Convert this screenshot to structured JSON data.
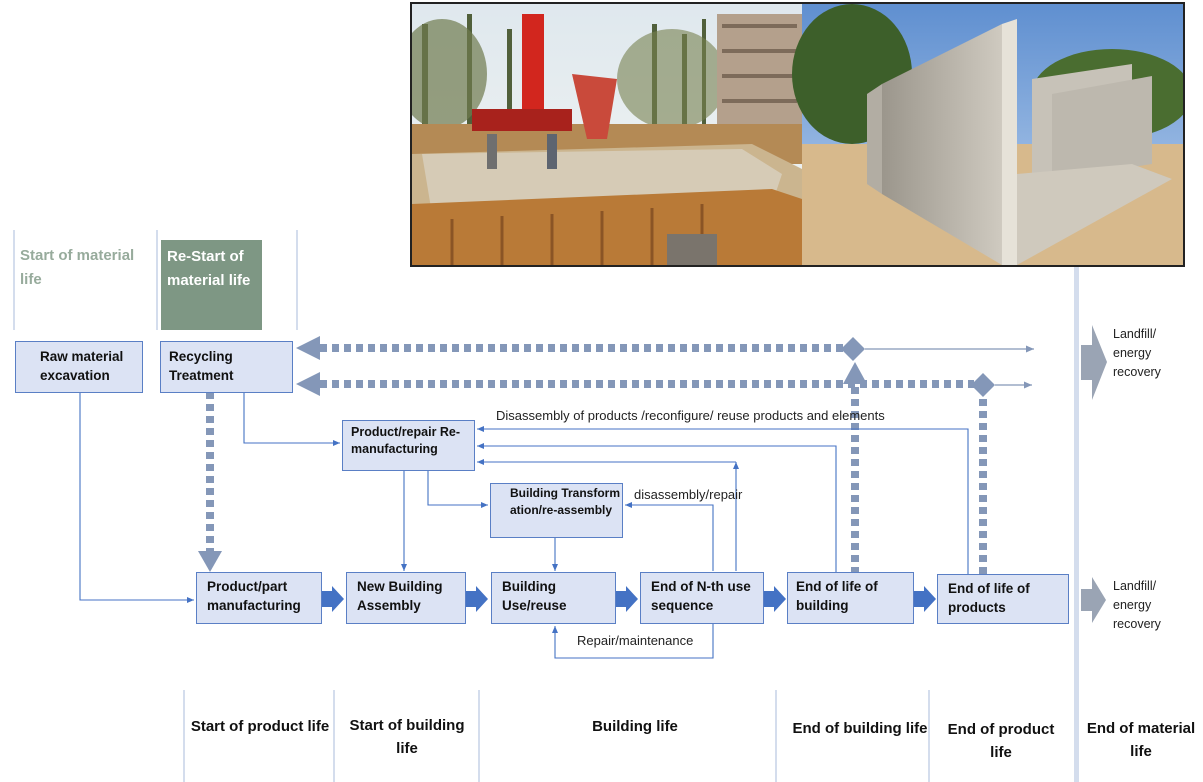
{
  "phase_headers": {
    "start_material": "Start of material life",
    "restart_material": "Re-Start of material life"
  },
  "boxes": {
    "raw_material": "Raw material excavation",
    "recycling": "Recycling Treatment",
    "product_repair": "Product/repair Re-manufacturing",
    "transformation": "Building Transformation/re-assembly",
    "product_manufacturing": "Product/part manufacturing",
    "new_building": "New Building Assembly",
    "building_use": "Building Use/reuse",
    "end_nth": "End of N-th use sequence",
    "end_life_building": "End of life of building",
    "end_life_products": "End of life of products"
  },
  "labels": {
    "disassembly_products": "Disassembly of products /reconfigure/ reuse products and elements",
    "disassembly_repair": "disassembly/repair",
    "repair_maintenance": "Repair/maintenance"
  },
  "outcomes": {
    "landfill_top": "Landfill/ energy recovery",
    "landfill_bottom": "Landfill/ energy recovery"
  },
  "stages": {
    "start_product": "Start of product life",
    "start_building": "Start of building life",
    "building_life": "Building life",
    "end_building": "End of building life",
    "end_product": "End of product life",
    "end_material": "End of material life"
  },
  "photo": {
    "left": "concrete-pouring-construction-site",
    "right": "precast-concrete-walls"
  },
  "colors": {
    "box_fill": "#dce3f4",
    "box_border": "#5a7fc5",
    "arrow_blue": "#4472c4",
    "dotted_arrow": "#8497b8",
    "restart_header": "#7e9784",
    "start_header_text": "#97ab9c",
    "grey_arrow": "#9aa4b4"
  }
}
